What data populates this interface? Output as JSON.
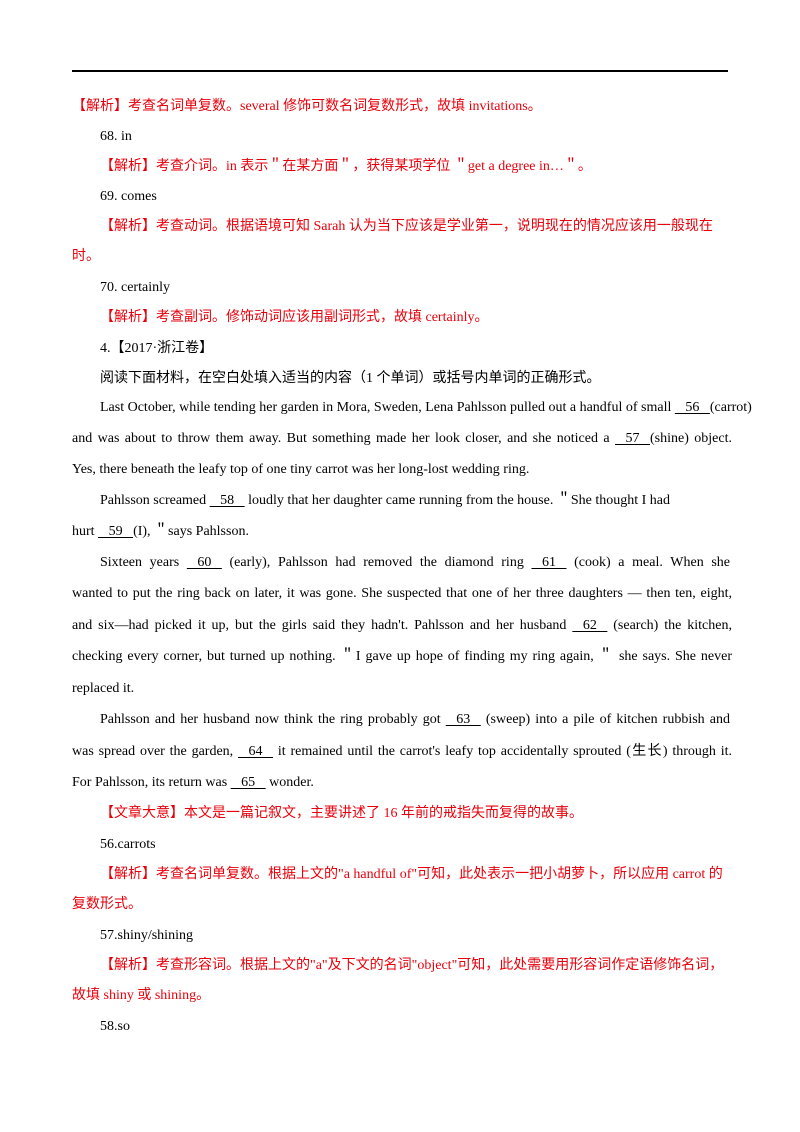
{
  "colors": {
    "answer_red": "#e8000b",
    "text": "#000000"
  },
  "lines": {
    "l1": "【解析】考查名词单复数。several 修饰可数名词复数形式，故填 invitations。",
    "l2": "68.  in",
    "l3": "【解析】考查介词。in 表示＂在某方面＂，获得某项学位  ＂get a degree in…＂。",
    "l4": "69.  comes",
    "l5a": "【解析】考查动词。根据语境可知 Sarah 认为当下应该是学业第一，说明现在的情况应该用一般现在",
    "l5b": "时。",
    "l6": "70.  certainly",
    "l7": "【解析】考查副词。修饰动词应该用副词形式，故填 certainly。",
    "l8": "4.【2017·浙江卷】",
    "l9": "阅读下面材料，在空白处填入适当的内容（1 个单词）或括号内单词的正确形式。"
  },
  "passage": {
    "p1a_1": "Last October, while tending her garden in Mora, Sweden, Lena Pahlsson pulled out a handful of small ",
    "b56": "   56   ",
    "p1a_2": "(carrot)",
    "p1b_1": "and was about to throw them away. But something made her look closer, and she noticed a ",
    "b57": "   57   ",
    "p1b_2": "(shine) object.",
    "p1c": "Yes, there beneath the leafy top of one tiny carrot was her long-lost wedding ring.",
    "p2a_1": "Pahlsson screamed ",
    "b58": "   58   ",
    "p2a_2": " loudly that her daughter came running from the house.   ＂She thought I had",
    "p2b_1": "hurt ",
    "b59": "   59   ",
    "p2b_2": "(I), ＂says Pahlsson.",
    "p3a_1": "Sixteen years ",
    "b60": "   60   ",
    "p3a_2": " (early), Pahlsson had removed the diamond ring  ",
    "b61": "   61   ",
    "p3a_3": " (cook) a meal. When she",
    "p3b": "wanted to put the ring back on later, it was gone. She suspected that one of her three daughters — then ten, eight,",
    "p3c_1": "and six—had picked it up, but the girls said they hadn't. Pahlsson and her husband ",
    "b62": "   62   ",
    "p3c_2": " (search) the kitchen,",
    "p3d": "checking every corner, but turned up nothing.   ＂I gave up hope of finding my ring again, ＂  she says. She never",
    "p3e": "replaced it.",
    "p4a_1": "Pahlsson and her husband now think the ring probably got ",
    "b63": "   63   ",
    "p4a_2": " (sweep) into a pile of kitchen rubbish and",
    "p4b_1": "was spread over the garden, ",
    "b64": "   64   ",
    "p4b_2": " it remained until the carrot's leafy top accidentally sprouted (生长) through it.",
    "p4c_1": "For Pahlsson, its return was ",
    "b65": "   65   ",
    "p4c_2": " wonder."
  },
  "answers": {
    "summary": "【文章大意】本文是一篇记叙文，主要讲述了 16 年前的戒指失而复得的故事。",
    "a56": "56.carrots",
    "e56a": "【解析】考查名词单复数。根据上文的\"a handful of\"可知，此处表示一把小胡萝卜，所以应用 carrot 的",
    "e56b": "复数形式。",
    "a57": "57.shiny/shining",
    "e57a": "【解析】考查形容词。根据上文的\"a\"及下文的名词\"object\"可知，此处需要用形容词作定语修饰名词，",
    "e57b": "故填 shiny 或 shining。",
    "a58": "58.so"
  }
}
